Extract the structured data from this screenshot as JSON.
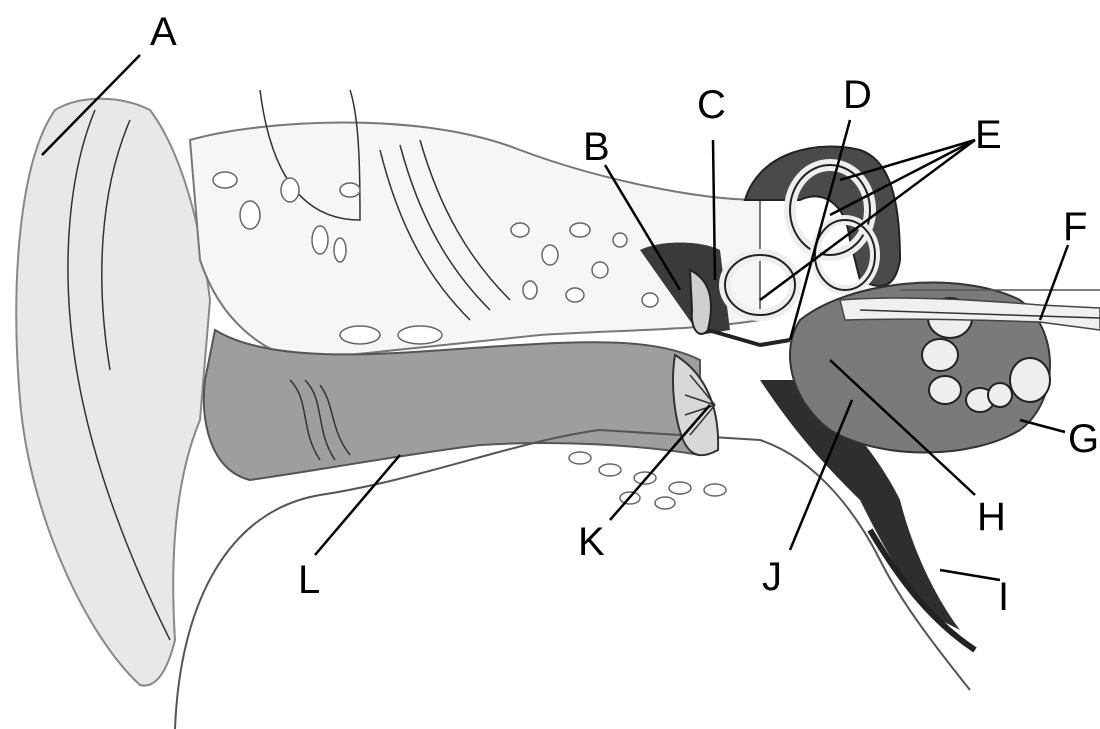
{
  "labels": {
    "A": "A",
    "B": "B",
    "C": "C",
    "D": "D",
    "E": "E",
    "F": "F",
    "G": "G",
    "H": "H",
    "I": "I",
    "J": "J",
    "K": "K",
    "L": "L"
  },
  "colors": {
    "background": "#ffffff",
    "ink": "#000000",
    "skin_light": "#eeeeee",
    "canal": "#9c9c9c",
    "bone": "#f4f4f4",
    "dark_tissue": "#3a3a3a",
    "cochlea": "#7a7a7a"
  }
}
